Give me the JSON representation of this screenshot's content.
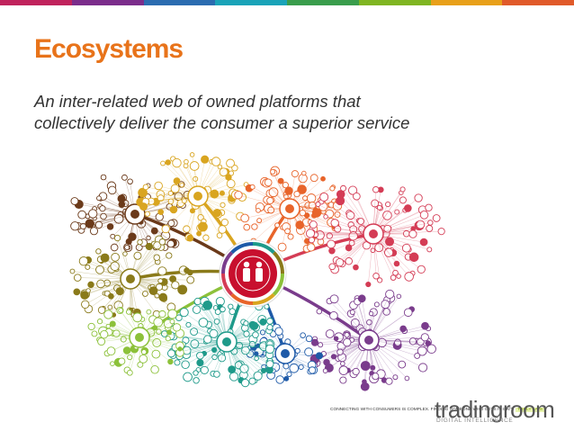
{
  "slide": {
    "title": "Ecosystems",
    "subtitle_line1": "An inter-related web of owned platforms that",
    "subtitle_line2": "collectively deliver the consumer a superior service"
  },
  "top_bar_colors": [
    "#c0235c",
    "#7b2d8b",
    "#2b6cb0",
    "#1aa3b8",
    "#3a9d4c",
    "#7fb522",
    "#e8a01a",
    "#e05a2a"
  ],
  "accent_color": "#e8731a",
  "diagram": {
    "center_icon": "people-icon",
    "center_color": "#c8102e",
    "branch_colors": {
      "brown": "#6b3a1a",
      "olive": "#8a7a1a",
      "yellow": "#d9a520",
      "orange": "#e8642a",
      "pink": "#d43c55",
      "purple": "#7a3c8c",
      "blue": "#1e5aa8",
      "teal": "#1e9a8a",
      "green": "#8cc13a"
    }
  },
  "footer": {
    "tagline": "CONNECTING WITH CONSUMERS IS COMPLEX. FINDING SOMEONE WHO GETS IT ISN'T.",
    "tagline_badge": "TRULY LATE",
    "logo_text": "tradingroom",
    "logo_sub": "DIGITAL INTELLIGENCE"
  }
}
